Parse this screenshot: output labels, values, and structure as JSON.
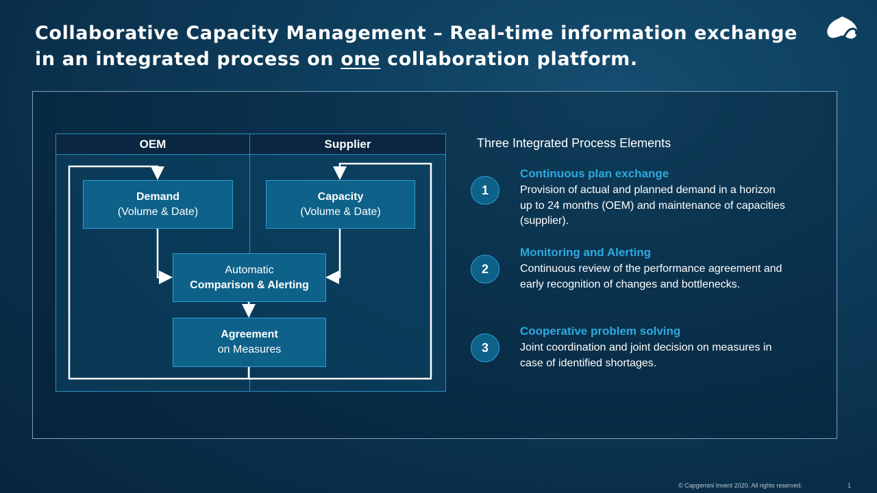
{
  "title": {
    "part1": "Collaborative Capacity Management – Real-time information exchange in an integrated process on ",
    "underlined": "one",
    "part2": " collaboration platform."
  },
  "logo": {
    "icon": "capgemini-spade-logo"
  },
  "diagram": {
    "lanes": [
      "OEM",
      "Supplier"
    ],
    "demand": {
      "title": "Demand",
      "sub": "(Volume & Date)"
    },
    "capacity": {
      "title": "Capacity",
      "sub": "(Volume & Date)"
    },
    "comparison": {
      "line1": "Automatic",
      "line2": "Comparison & Alerting"
    },
    "agreement": {
      "title": "Agreement",
      "sub": "on Measures"
    }
  },
  "elements": {
    "heading": "Three Integrated Process Elements",
    "items": [
      {
        "num": "1",
        "title": "Continuous plan exchange",
        "body": "Provision of actual and planned demand in a horizon up to 24 months (OEM) and maintenance of capacities (supplier)."
      },
      {
        "num": "2",
        "title": "Monitoring and Alerting",
        "body": "Continuous review of the performance agreement and early recognition of changes and bottlenecks."
      },
      {
        "num": "3",
        "title": "Cooperative problem solving",
        "body": "Joint coordination and joint decision on measures in case of identified shortages."
      }
    ]
  },
  "footer": {
    "copyright": "© Capgemini Invent 2020. All rights reserved.",
    "page": "1"
  },
  "colors": {
    "accent": "#2ea9df",
    "box": "#0e6189",
    "background": "#0a2f4a"
  }
}
